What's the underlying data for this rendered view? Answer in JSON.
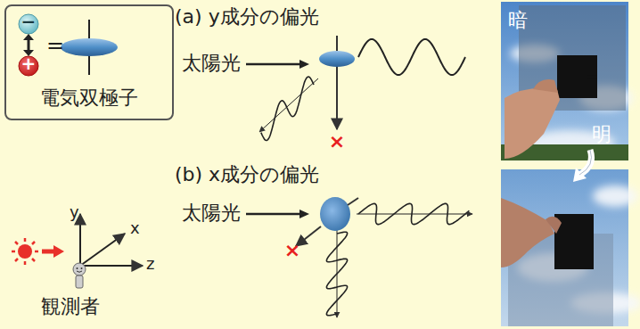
{
  "diagram": {
    "nodes": [
      {
        "text": [
          "電気双極子"
        ]
      }
    ],
    "labels": [
      "−",
      "+",
      "=",
      "(a) y成分の偏光",
      "太陽光",
      "(b) x成分の偏光",
      "太陽光",
      "y",
      "x",
      "z",
      "観測者",
      "暗",
      "明",
      "×",
      "×"
    ]
  }
}
